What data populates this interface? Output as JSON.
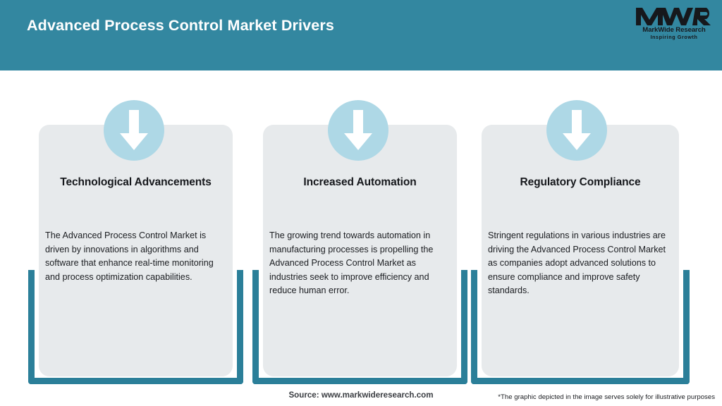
{
  "header": {
    "title": "Advanced Process Control Market Drivers",
    "bg_color": "#3387a0",
    "title_color": "#ffffff"
  },
  "logo": {
    "monogram": "MWR",
    "name": "MarkWide Research",
    "tagline": "Inspiring Growth"
  },
  "theme": {
    "accent_teal": "#2b7f99",
    "panel_grey": "#e7eaec",
    "icon_circle_blue": "#aed8e6",
    "icon_arrow_color": "#ffffff"
  },
  "cards": [
    {
      "icon": "down-arrow-icon",
      "title": "Technological Advancements",
      "body": "The Advanced Process Control Market is driven by innovations in algorithms and software that enhance real-time monitoring and process optimization capabilities."
    },
    {
      "icon": "down-arrow-icon",
      "title": "Increased Automation",
      "body": "The growing trend towards automation in manufacturing processes is propelling the Advanced Process Control Market as industries seek to improve efficiency and reduce human error."
    },
    {
      "icon": "down-arrow-icon",
      "title": "Regulatory Compliance",
      "body": "Stringent regulations in various industries are driving the Advanced Process Control Market as companies adopt advanced solutions to ensure compliance and improve safety standards."
    }
  ],
  "footer": {
    "source": "Source: www.markwideresearch.com",
    "disclaimer": "*The graphic depicted in the image serves solely for illustrative purposes"
  }
}
